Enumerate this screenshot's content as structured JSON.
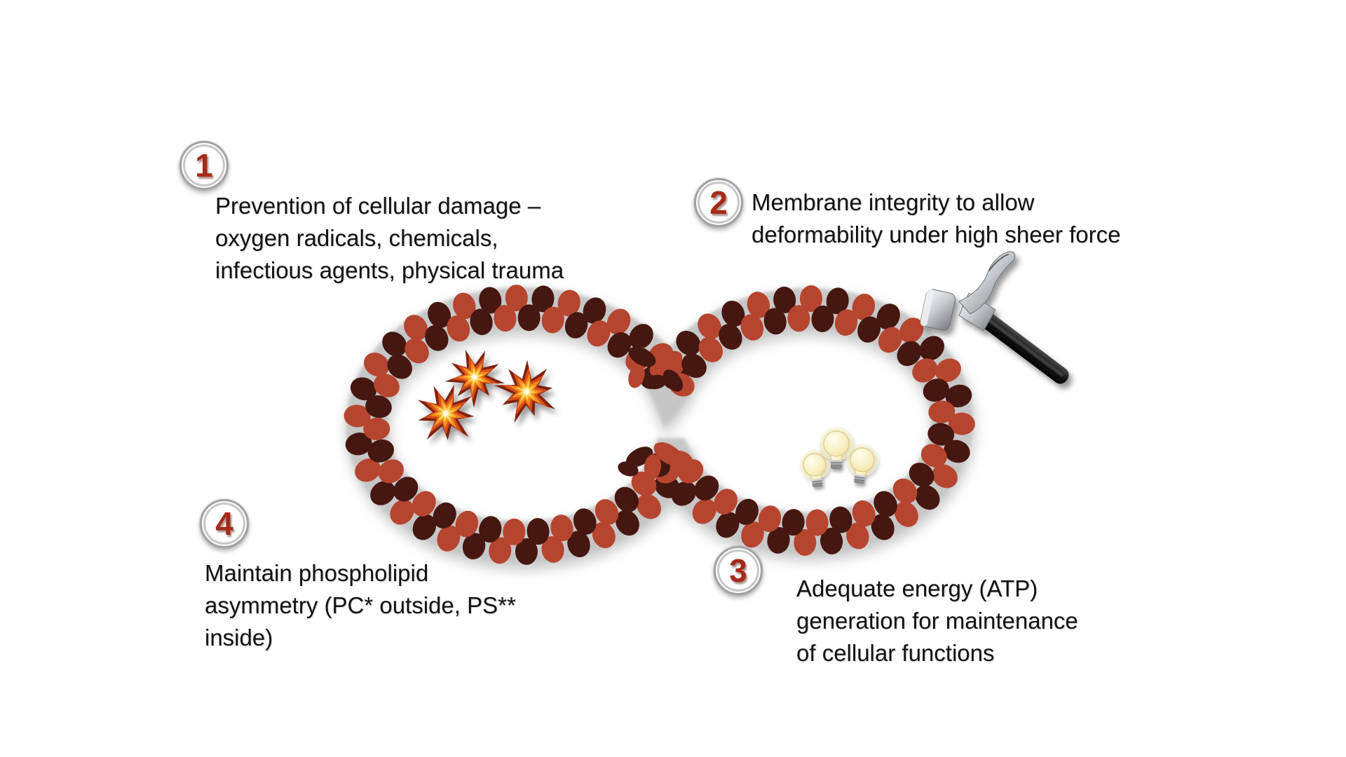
{
  "slide": {
    "background": "#ffffff",
    "subject": "Red blood cell membrane functions diagram"
  },
  "annotations": [
    {
      "number": "1",
      "text": "Prevention of cellular damage –\noxygen radicals, chemicals,\ninfectious agents, physical trauma"
    },
    {
      "number": "2",
      "text": "Membrane integrity to allow\ndeformability under high sheer force"
    },
    {
      "number": "3",
      "text": "Adequate energy (ATP)\ngeneration for maintenance\nof cellular functions"
    },
    {
      "number": "4",
      "text": "Maintain phospholipid\nasymmetry (PC* outside, PS**\ninside)"
    }
  ],
  "membrane": {
    "shape": "biconcave peanut (red cell cross-section) made of lipid dots",
    "dot_color_dark": "#451710",
    "dot_color_red": "#b6452f",
    "band_color": "#c6c6c6",
    "band_shadow_color": "#9b9b9b",
    "number_color": "#a52a1b"
  },
  "icons": {
    "explosion": {
      "name": "explosion-icon",
      "count": 3,
      "colors": [
        "#80240f",
        "#d94f1e",
        "#f2901c",
        "#fccf4d",
        "#fff9e0"
      ]
    },
    "lightbulb": {
      "name": "lightbulb-icon",
      "count": 3,
      "glass_color": "#f7edbb",
      "base_color": "#9a9a9a"
    },
    "hammer": {
      "name": "hammer-icon",
      "count": 1,
      "head_color": "#c9ced2",
      "handle_color": "#161616"
    }
  }
}
